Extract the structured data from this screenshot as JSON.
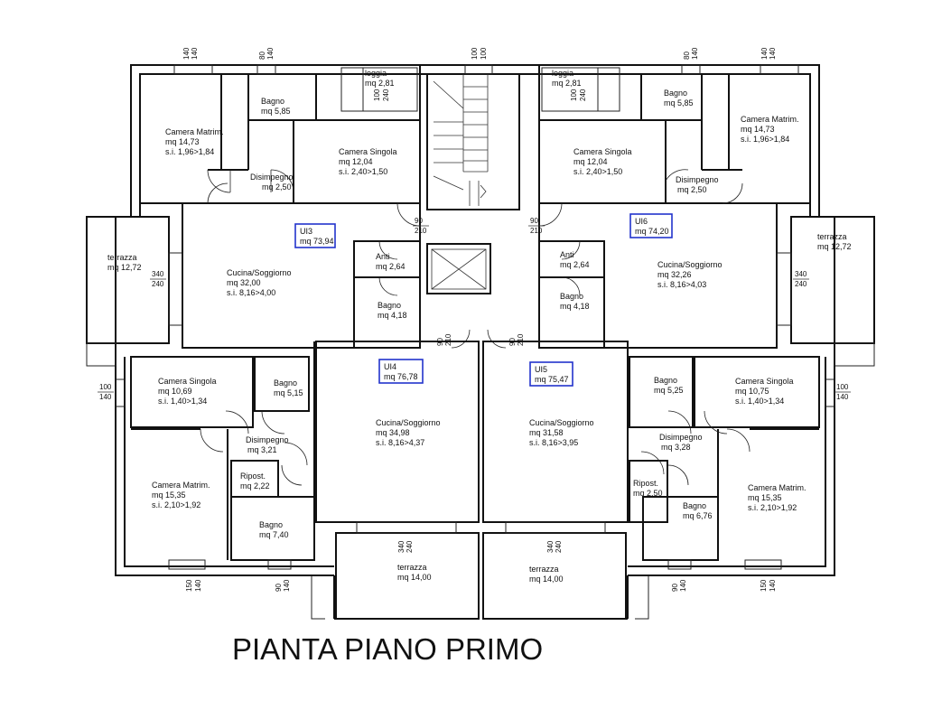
{
  "title": "PIANTA PIANO PRIMO",
  "units": [
    {
      "code": "UI3",
      "area": "mq 73,94"
    },
    {
      "code": "UI6",
      "area": "mq 74,20"
    },
    {
      "code": "UI4",
      "area": "mq 76,78"
    },
    {
      "code": "UI5",
      "area": "mq 75,47"
    }
  ],
  "rooms": {
    "ul_camera_matrim": {
      "name": "Camera Matrim.",
      "area": "mq 14,73",
      "si": "s.i. 1,96>1,84"
    },
    "ul_bagno": {
      "name": "Bagno",
      "area": "mq 5,85"
    },
    "ul_loggia": {
      "name": "loggia",
      "area": "mq 2,81"
    },
    "ul_camera_singola": {
      "name": "Camera Singola",
      "area": "mq 12,04",
      "si": "s.i. 2,40>1,50"
    },
    "ul_disimpegno": {
      "name": "Disimpegno",
      "area": "mq 2,50"
    },
    "ul_terrazza": {
      "name": "terrazza",
      "area": "mq 12,72"
    },
    "ul_cucina": {
      "name": "Cucina/Soggiorno",
      "area": "mq 32,00",
      "si": "s.i. 8,16>4,00"
    },
    "ul_anti": {
      "name": "Anti",
      "area": "mq 2,64"
    },
    "ul_bagno2": {
      "name": "Bagno",
      "area": "mq 4,18"
    },
    "ur_loggia": {
      "name": "loggia",
      "area": "mq 2,81"
    },
    "ur_bagno": {
      "name": "Bagno",
      "area": "mq 5,85"
    },
    "ur_camera_matrim": {
      "name": "Camera Matrim.",
      "area": "mq 14,73",
      "si": "s.i. 1,96>1,84"
    },
    "ur_camera_singola": {
      "name": "Camera Singola",
      "area": "mq 12,04",
      "si": "s.i. 2,40>1,50"
    },
    "ur_disimpegno": {
      "name": "Disimpegno",
      "area": "mq 2,50"
    },
    "ur_terrazza": {
      "name": "terrazza",
      "area": "mq 12,72"
    },
    "ur_cucina": {
      "name": "Cucina/Soggiorno",
      "area": "mq 32,26",
      "si": "s.i. 8,16>4,03"
    },
    "ur_anti": {
      "name": "Anti",
      "area": "mq 2,64"
    },
    "ur_bagno2": {
      "name": "Bagno",
      "area": "mq 4,18"
    },
    "ll_camera_singola": {
      "name": "Camera Singola",
      "area": "mq 10,69",
      "si": "s.i. 1,40>1,34"
    },
    "ll_bagno": {
      "name": "Bagno",
      "area": "mq 5,15"
    },
    "ll_disimpegno": {
      "name": "Disimpegno",
      "area": "mq 3,21"
    },
    "ll_camera_matrim": {
      "name": "Camera Matrim.",
      "area": "mq 15,35",
      "si": "s.i. 2,10>1,92"
    },
    "ll_ripost": {
      "name": "Ripost.",
      "area": "mq 2,22"
    },
    "ll_bagno2": {
      "name": "Bagno",
      "area": "mq 7,40"
    },
    "lc_cucina4": {
      "name": "Cucina/Soggiorno",
      "area": "mq 34,98",
      "si": "s.i. 8,16>4,37"
    },
    "lc_cucina5": {
      "name": "Cucina/Soggiorno",
      "area": "mq 31,58",
      "si": "s.i. 8,16>3,95"
    },
    "lc_terrazza4": {
      "name": "terrazza",
      "area": "mq 14,00"
    },
    "lc_terrazza5": {
      "name": "terrazza",
      "area": "mq 14,00"
    },
    "lr_bagno": {
      "name": "Bagno",
      "area": "mq 5,25"
    },
    "lr_camera_singola": {
      "name": "Camera Singola",
      "area": "mq 10,75",
      "si": "s.i. 1,40>1,34"
    },
    "lr_disimpegno": {
      "name": "Disimpegno",
      "area": "mq 3,28"
    },
    "lr_ripost": {
      "name": "Ripost.",
      "area": "mq 2,50"
    },
    "lr_bagno2": {
      "name": "Bagno",
      "area": "mq 6,76"
    },
    "lr_camera_matrim": {
      "name": "Camera Matrim.",
      "area": "mq 15,35",
      "si": "s.i. 2,10>1,92"
    }
  },
  "dims": {
    "d140": "140",
    "d80": "80",
    "d100": "100",
    "d90": "90",
    "d150": "150",
    "d210": "210",
    "d240": "240",
    "d340": "340"
  }
}
